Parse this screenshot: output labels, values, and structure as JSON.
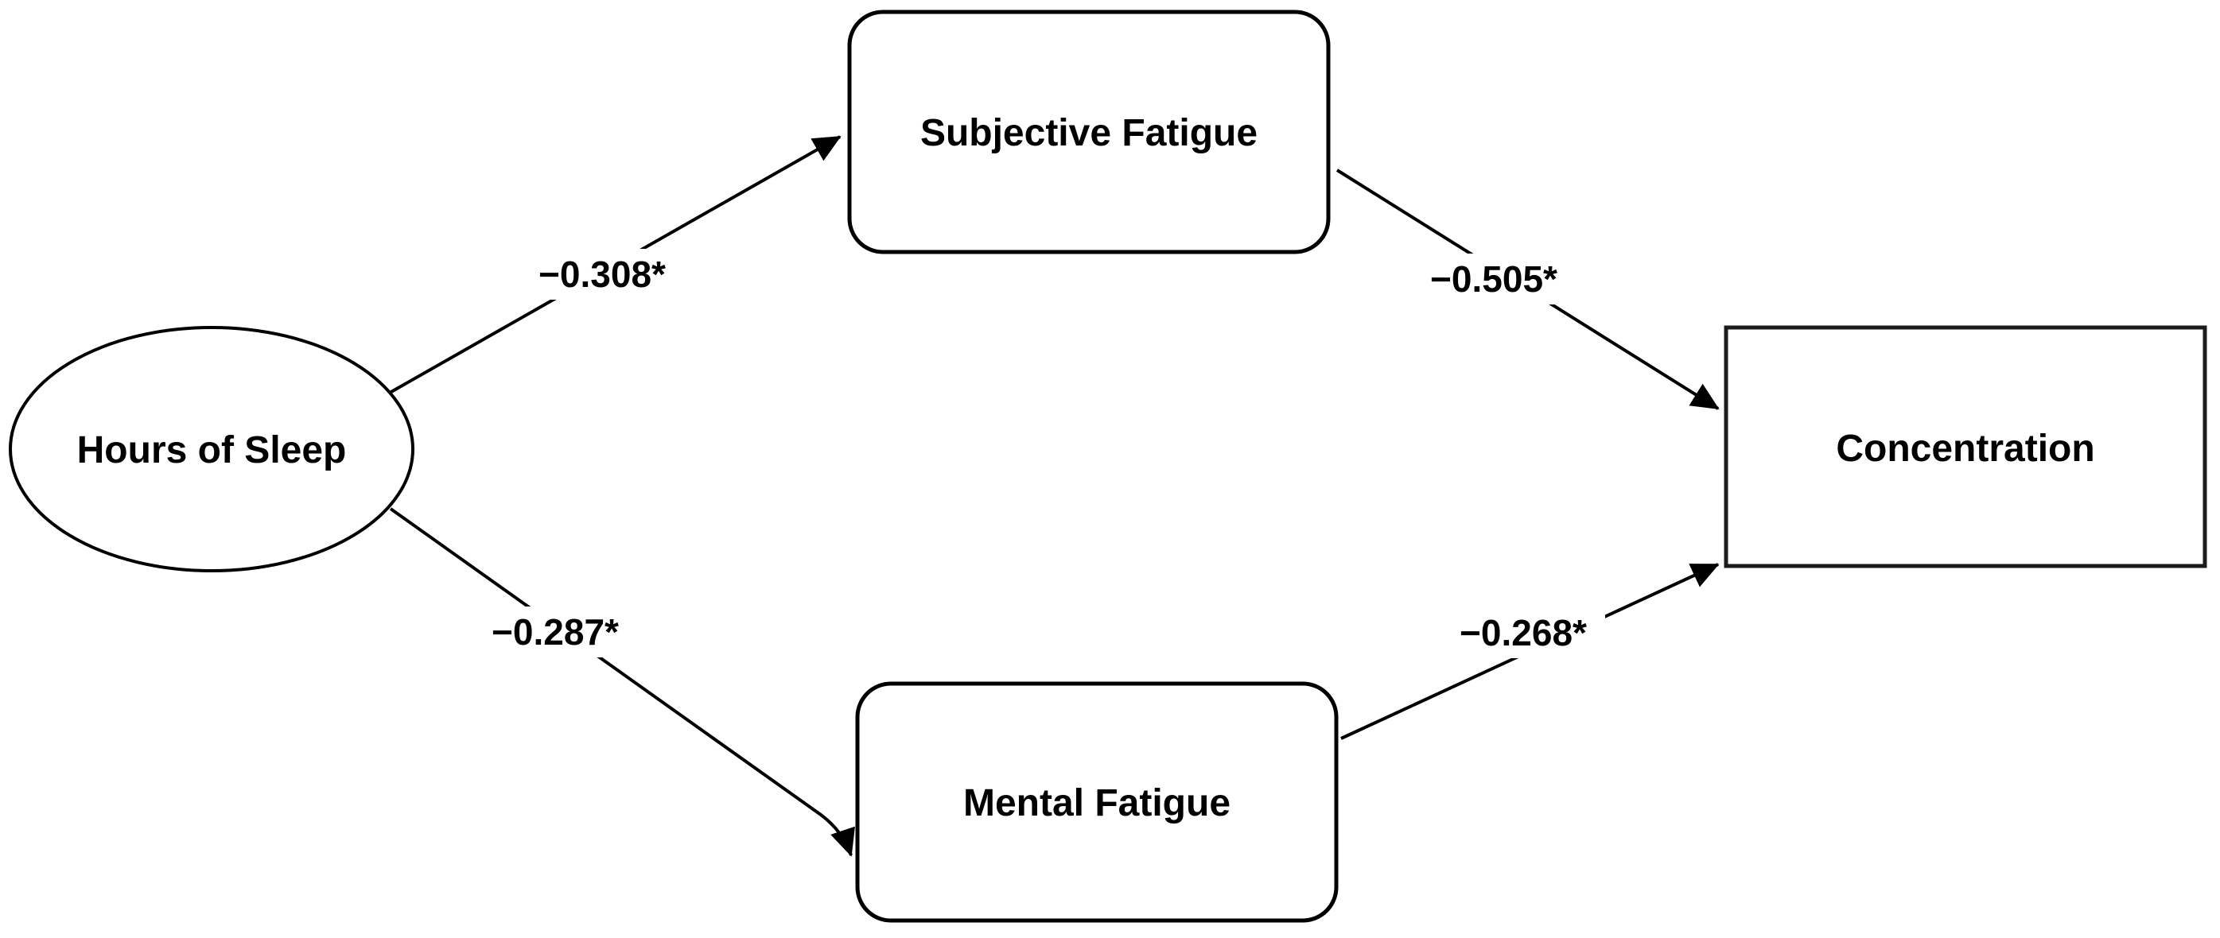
{
  "figure": {
    "type": "path-diagram",
    "background_color": "#ffffff",
    "line_color": "#000000",
    "nodes": [
      {
        "id": "hours-of-sleep",
        "label": "Hours of Sleep",
        "shape": "ellipse"
      },
      {
        "id": "subjective-fatigue",
        "label": "Subjective Fatigue",
        "shape": "rounded-rectangle"
      },
      {
        "id": "mental-fatigue",
        "label": "Mental Fatigue",
        "shape": "rounded-rectangle"
      },
      {
        "id": "concentration",
        "label": "Concentration",
        "shape": "rectangle"
      }
    ],
    "edges": [
      {
        "from": "Hours of Sleep",
        "to": "Subjective Fatigue",
        "label": "−0.308*"
      },
      {
        "from": "Hours of Sleep",
        "to": "Mental Fatigue",
        "label": "−0.287*"
      },
      {
        "from": "Subjective Fatigue",
        "to": "Concentration",
        "label": "−0.505*"
      },
      {
        "from": "Mental Fatigue",
        "to": "Concentration",
        "label": "−0.268*"
      }
    ]
  }
}
